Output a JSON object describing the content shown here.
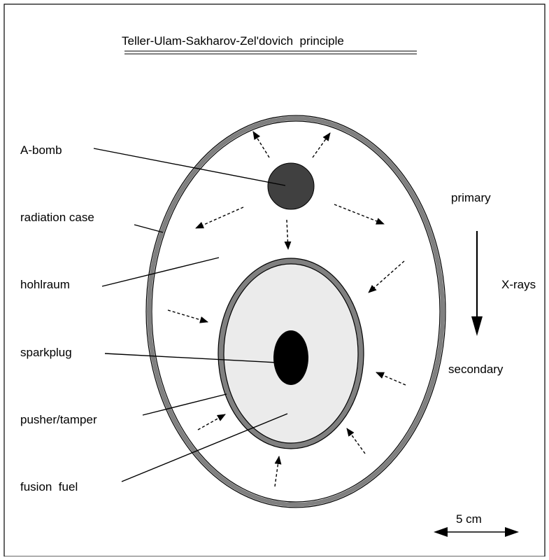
{
  "title": "Teller-Ulam-Sakharov-Zel'dovich  principle",
  "labels": {
    "a_bomb": "A-bomb",
    "radiation_case": "radiation case",
    "hohlraum": "hohlraum",
    "sparkplug": "sparkplug",
    "pusher_tamper": "pusher/tamper",
    "fusion_fuel": "fusion  fuel",
    "primary": "primary",
    "xrays": "X-rays",
    "secondary": "secondary"
  },
  "scale": {
    "label": "5 cm"
  },
  "colors": {
    "case": "#808080",
    "a_bomb": "#404040",
    "fuel": "#ebebeb",
    "sparkplug": "#000000",
    "line": "#000000"
  }
}
